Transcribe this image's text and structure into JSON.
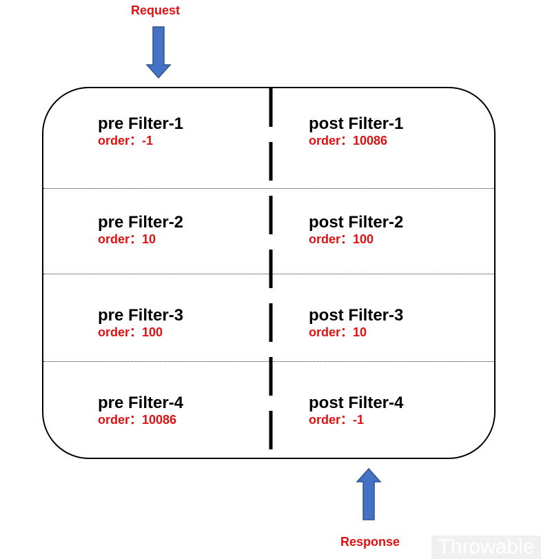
{
  "request": {
    "label": "Request"
  },
  "response": {
    "label": "Response"
  },
  "colors": {
    "accent_red": "#e01010",
    "arrow_fill": "#4472c4",
    "arrow_stroke": "#2f528f"
  },
  "filters": {
    "pre": [
      {
        "name": "pre Filter-1",
        "order": "order：-1"
      },
      {
        "name": "pre Filter-2",
        "order": "order：10"
      },
      {
        "name": "pre Filter-3",
        "order": "order：100"
      },
      {
        "name": "pre Filter-4",
        "order": "order：10086"
      }
    ],
    "post": [
      {
        "name": "post Filter-1",
        "order": "order：10086"
      },
      {
        "name": "post Filter-2",
        "order": "order：100"
      },
      {
        "name": "post Filter-3",
        "order": "order：10"
      },
      {
        "name": "post Filter-4",
        "order": "order：-1"
      }
    ]
  },
  "watermark": {
    "text": "Throwable"
  }
}
